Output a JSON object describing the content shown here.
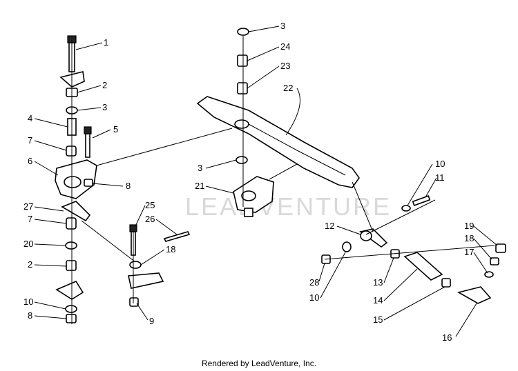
{
  "watermark": "LEADVENTURE",
  "footer": "Rendered by LeadVenture, Inc.",
  "callouts": {
    "c1": "1",
    "c2a": "2",
    "c3a": "3",
    "c4": "4",
    "c5": "5",
    "c7a": "7",
    "c6": "6",
    "c8a": "8",
    "c27": "27",
    "c7b": "7",
    "c20": "20",
    "c2b": "2",
    "c10a": "10",
    "c8b": "8",
    "c25": "25",
    "c26": "26",
    "c18a": "18",
    "c9": "9",
    "c3b": "3",
    "c24": "24",
    "c23": "23",
    "c22": "22",
    "c3c": "3",
    "c21": "21",
    "c10b": "10",
    "c11": "11",
    "c12": "12",
    "c19": "19",
    "c18b": "18",
    "c17": "17",
    "c28": "28",
    "c10c": "10",
    "c13": "13",
    "c14": "14",
    "c15": "15",
    "c16": "16"
  }
}
